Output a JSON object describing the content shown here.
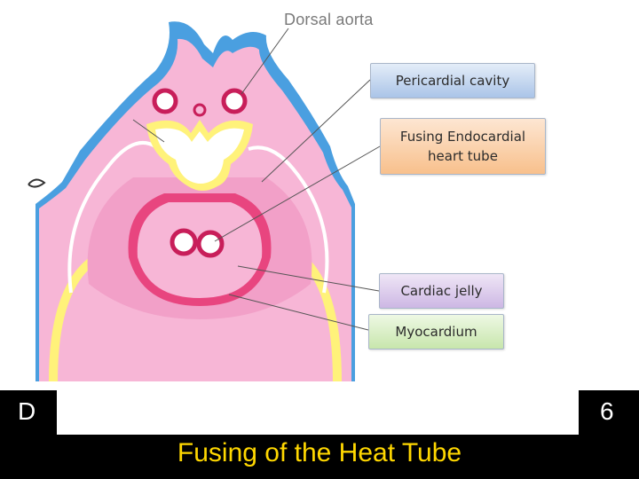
{
  "labels": {
    "dorsal_aorta": "Dorsal aorta",
    "pericardial_cavity": "Pericardial cavity",
    "fusing_endocardial": "Fusing Endocardial heart tube",
    "cardiac_jelly": "Cardiac jelly",
    "myocardium": "Myocardium"
  },
  "footer": {
    "letter": "D",
    "slide_number": "6",
    "caption": "Fusing of the Heat Tube"
  },
  "colors": {
    "ectoderm": "#4a9fe0",
    "mesoderm": "#f7b6d6",
    "heart_wall": "#e8457f",
    "endoderm": "#fff27a",
    "caption": "#ffd700"
  }
}
